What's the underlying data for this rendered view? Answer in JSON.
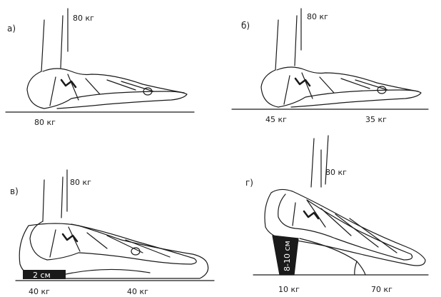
{
  "panels": [
    {
      "letter": "а)",
      "top_load": "80 кг",
      "ground_loads": [
        "80 кг"
      ]
    },
    {
      "letter": "б)",
      "top_load": "80 кг",
      "ground_loads": [
        "45 кг",
        "35 кг"
      ]
    },
    {
      "letter": "в)",
      "top_load": "80 кг",
      "ground_loads": [
        "40 кг",
        "40 кг"
      ],
      "heel_height": "2 см"
    },
    {
      "letter": "г)",
      "top_load": "80 кг",
      "ground_loads": [
        "10 кг",
        "70 кг"
      ],
      "heel_height": "8-10 см"
    }
  ],
  "colors": {
    "line": "#1a1a1a",
    "fill": "#ffffff",
    "heel": "#1a1a1a"
  }
}
